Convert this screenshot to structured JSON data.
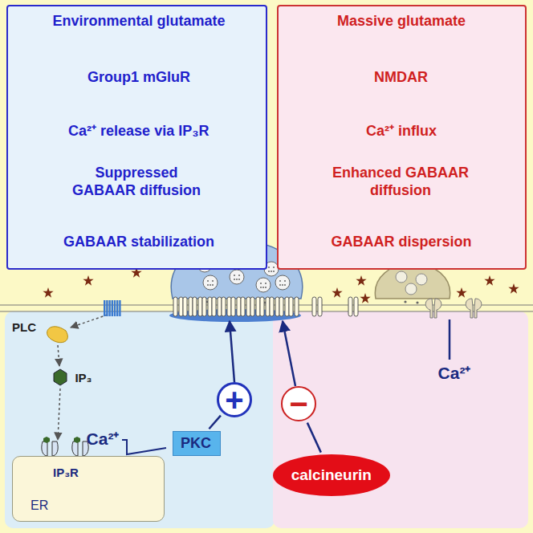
{
  "diagram": {
    "nodes": [
      {
        "text": []
      },
      {
        "text": [
          "Environmental glutamate"
        ],
        "in": 0
      },
      {
        "text": [
          "Group1 mGluR"
        ],
        "in": 0
      },
      {
        "text": [
          "Ca²⁺ release via IP₃R"
        ],
        "in": 0
      },
      {
        "text": [
          "Suppressed GABAAR diffusion"
        ],
        "in": 0
      },
      {
        "text": [
          "GABAAR stabilization"
        ],
        "in": 0
      },
      {
        "text": []
      },
      {
        "text": [
          "Massive glutamate"
        ],
        "in": 6
      },
      {
        "text": [
          "NMDAR"
        ],
        "in": 6
      },
      {
        "text": [
          "Ca²⁺ influx"
        ],
        "in": 6
      },
      {
        "text": [
          "Enhanced GABAAR diffusion"
        ],
        "in": 6
      },
      {
        "text": [
          "GABAAR dispersion"
        ],
        "in": 6
      },
      {
        "text": [
          "ER"
        ]
      },
      {
        "text": [
          "PKC"
        ]
      },
      {
        "text": [
          "+"
        ]
      },
      {
        "text": [
          "−"
        ]
      },
      {
        "text": [
          "calcineurin"
        ]
      }
    ],
    "edges": [
      {
        "from": 1,
        "to": 2,
        "arrow": "to"
      },
      {
        "from": 2,
        "to": 3,
        "arrow": "to"
      },
      {
        "from": 3,
        "to": 4,
        "arrow": "to"
      },
      {
        "from": 4,
        "to": 5,
        "arrow": "to"
      },
      {
        "from": 7,
        "to": 8,
        "arrow": "to"
      },
      {
        "from": 8,
        "to": 9,
        "arrow": "to"
      },
      {
        "from": 9,
        "to": 10,
        "arrow": "to"
      },
      {
        "from": 10,
        "to": 11,
        "arrow": "to"
      },
      {
        "from": 13,
        "to": 14,
        "arrow": "none"
      },
      {
        "from": 16,
        "to": 15,
        "arrow": "none"
      }
    ],
    "labels": [
      "PLC",
      "IP₃",
      "Ca²⁺",
      "IP₃R",
      "Ca²⁺"
    ]
  }
}
